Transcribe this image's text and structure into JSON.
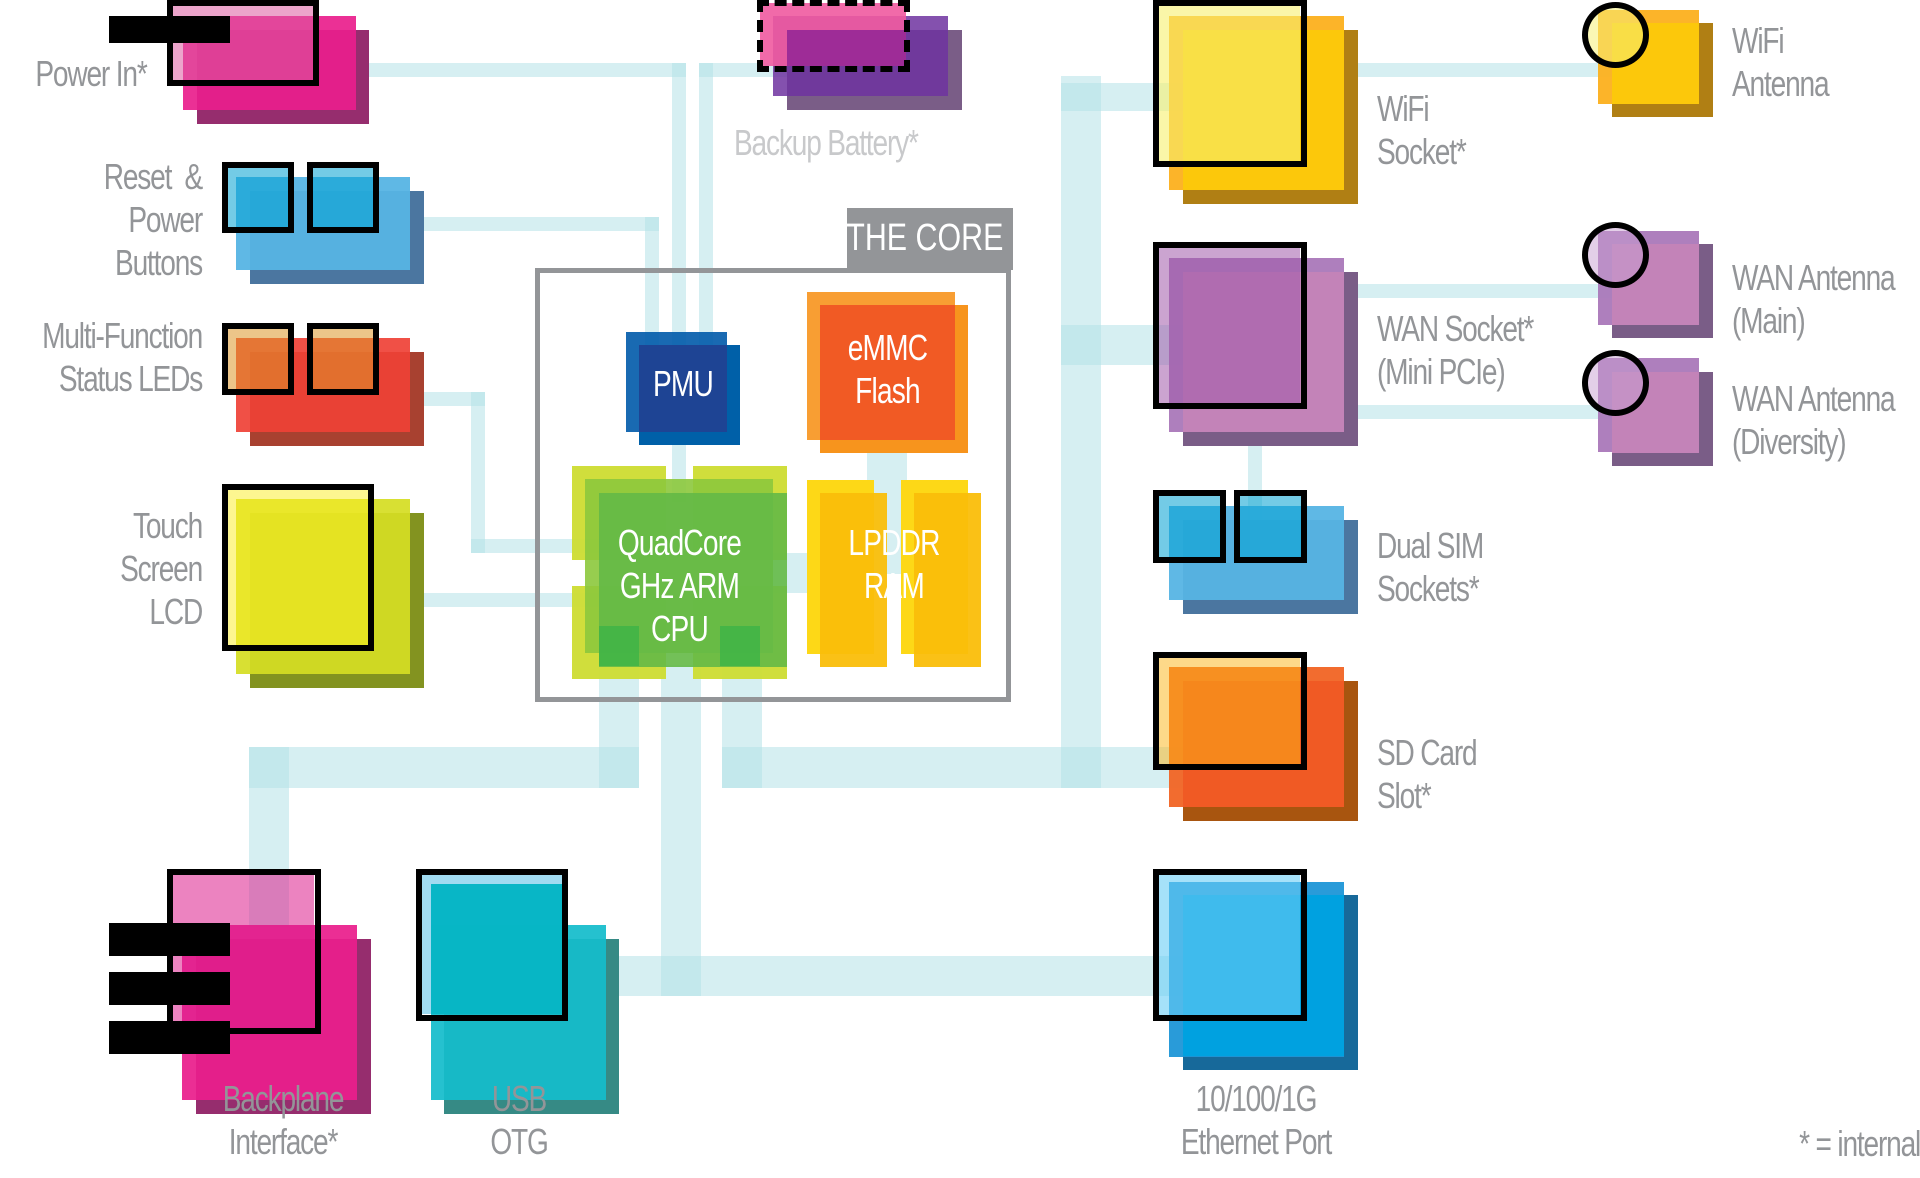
{
  "title": "Hardware block diagram",
  "core": {
    "label": "THE CORE"
  },
  "components": {
    "power_in": {
      "label": "Power In*",
      "color": "#e91e8c"
    },
    "backup_battery": {
      "label": "Backup Battery*",
      "color": "#8e44a0"
    },
    "reset_power_buttons": {
      "label": "Reset  &\nPower\nButtons",
      "color": "#56b4e4"
    },
    "status_leds": {
      "label": "Multi-Function\nStatus LEDs",
      "color": "#ef4136"
    },
    "touch_lcd": {
      "label": "Touch\nScreen\nLCD",
      "color": "#d5de23"
    },
    "backplane": {
      "label": "Backplane\nInterface*",
      "color": "#e91e8c"
    },
    "usb_otg": {
      "label": "USB\nOTG",
      "color": "#14bccb"
    },
    "pmu": {
      "label": "PMU",
      "color": "#1b4a9a"
    },
    "emmc": {
      "label": "eMMC\nFlash",
      "color": "#f15a24"
    },
    "cpu": {
      "label": "QuadCore\nGHz ARM\nCPU",
      "color": "#6ab945"
    },
    "ram": {
      "label": "LPDDR\nRAM",
      "color": "#fcc30b"
    },
    "wifi_socket": {
      "label": "WiFi\nSocket*",
      "color": "#fcc30b"
    },
    "wan_socket": {
      "label": "WAN Socket*\n(Mini PCIe)",
      "color": "#b066a8"
    },
    "dual_sim": {
      "label": "Dual SIM\nSockets*",
      "color": "#56b4e4"
    },
    "sd_card": {
      "label": "SD Card\nSlot*",
      "color": "#f15a24"
    },
    "ethernet": {
      "label": "10/100/1G\nEthernet Port",
      "color": "#009fe3"
    },
    "wifi_antenna": {
      "label": "WiFi\nAntenna",
      "color": "#fcc30b"
    },
    "wan_antenna_main": {
      "label": "WAN Antenna\n(Main)",
      "color": "#b066a8"
    },
    "wan_antenna_diversity": {
      "label": "WAN Antenna\n(Diversity)",
      "color": "#b066a8"
    }
  },
  "legend": {
    "note": "* = internal"
  },
  "wire_color": "#b4e1e8"
}
